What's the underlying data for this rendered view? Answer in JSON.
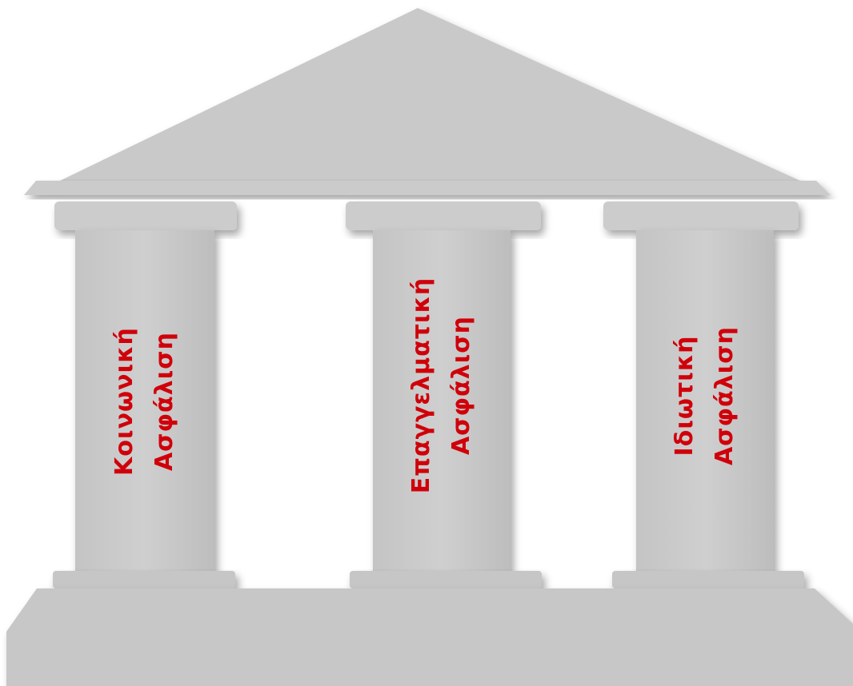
{
  "colors": {
    "stone": "#c8c8c8",
    "stone_light": "#d4d4d4",
    "stone_dark": "#b7b7b7",
    "label": "#d0000a",
    "background": "#ffffff"
  },
  "columns": [
    {
      "line1": "Κοινωνική",
      "line2": "Ασφάλιση"
    },
    {
      "line1": "Επαγγελματική",
      "line2": "Ασφάλιση"
    },
    {
      "line1": "Ιδιωτική",
      "line2": "Ασφάλιση"
    }
  ]
}
